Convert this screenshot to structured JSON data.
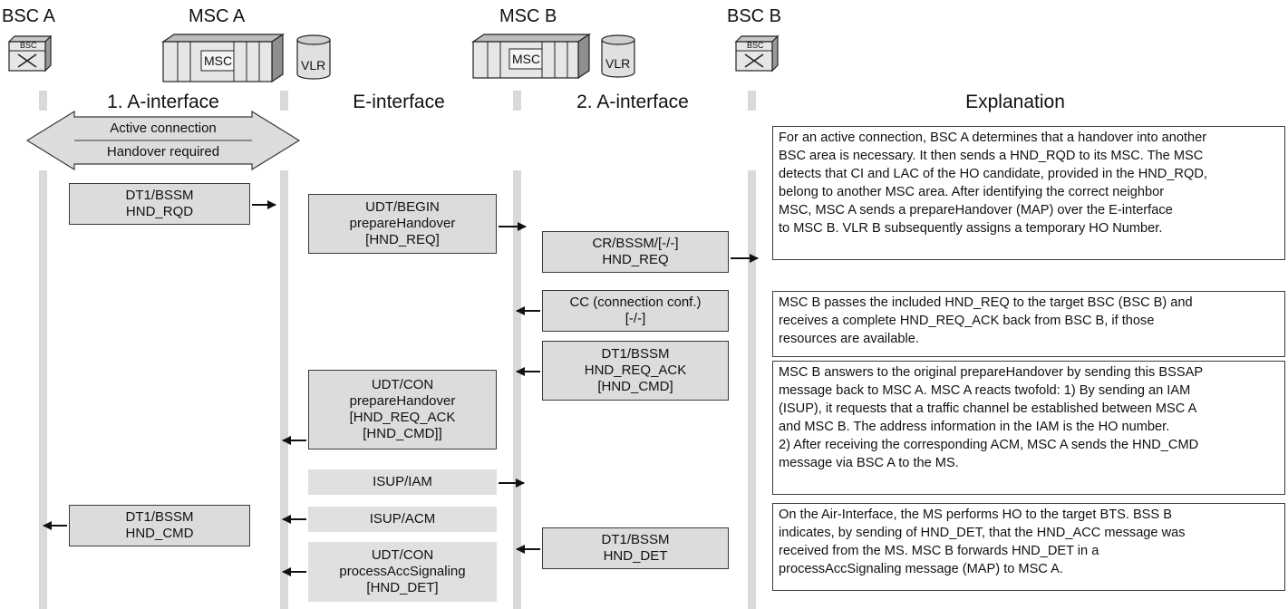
{
  "nodes": {
    "bsc_a": "BSC A",
    "msc_a": "MSC A",
    "msc_b": "MSC B",
    "bsc_b": "BSC B"
  },
  "device_labels": {
    "bsc_box": "BSC",
    "msc_box": "MSC",
    "vlr": "VLR"
  },
  "interfaces": {
    "a1": "1. A-interface",
    "e": "E-interface",
    "a2": "2. A-interface",
    "explanation": "Explanation"
  },
  "active_connection": {
    "line1": "Active connection",
    "line2": "Handover required"
  },
  "messages": {
    "m1": [
      "DT1/BSSM",
      "HND_RQD"
    ],
    "m2": [
      "UDT/BEGIN",
      "prepareHandover",
      "[HND_REQ]"
    ],
    "m3": [
      "CR/BSSM/[-/-]",
      "HND_REQ"
    ],
    "m4": [
      "CC (connection conf.)",
      "[-/-]"
    ],
    "m5": [
      "DT1/BSSM",
      "HND_REQ_ACK",
      "[HND_CMD]"
    ],
    "m6": [
      "UDT/CON",
      "prepareHandover",
      "[HND_REQ_ACK",
      "[HND_CMD]]"
    ],
    "m7": [
      "ISUP/IAM"
    ],
    "m8": [
      "ISUP/ACM"
    ],
    "m9": [
      "DT1/BSSM",
      "HND_CMD"
    ],
    "m10": [
      "DT1/BSSM",
      "HND_DET"
    ],
    "m11": [
      "UDT/CON",
      "processAccSignaling",
      "[HND_DET]"
    ]
  },
  "explanations": {
    "e1": [
      "For an active connection, BSC A determines that a handover into another",
      "BSC area is necessary. It then sends a HND_RQD to its MSC. The MSC",
      "detects that CI and LAC of the HO candidate, provided in the HND_RQD,",
      "belong to another MSC area. After identifying the correct neighbor",
      "MSC, MSC A sends a prepareHandover (MAP) over the E-interface",
      "to MSC B. VLR B subsequently assigns a temporary HO Number."
    ],
    "e2": [
      "MSC B passes the included HND_REQ to the target BSC (BSC B) and",
      "receives a complete HND_REQ_ACK back from BSC B, if those",
      "resources are available."
    ],
    "e3": [
      "MSC B answers to the original prepareHandover by sending this BSSAP",
      "message back to MSC A. MSC A reacts twofold: 1) By sending an IAM",
      "(ISUP), it requests that a traffic channel be established between MSC A",
      "and MSC B. The address information in the IAM is the HO number.",
      "2) After receiving the corresponding ACM, MSC A sends the HND_CMD",
      "message via BSC A to the MS."
    ],
    "e4": [
      "On the Air-Interface, the MS performs HO to the target BTS. BSS B",
      "indicates, by sending of HND_DET, that the HND_ACC message was",
      "received from the MS. MSC B forwards HND_DET in a",
      "processAccSignaling message (MAP) to MSC A."
    ]
  }
}
